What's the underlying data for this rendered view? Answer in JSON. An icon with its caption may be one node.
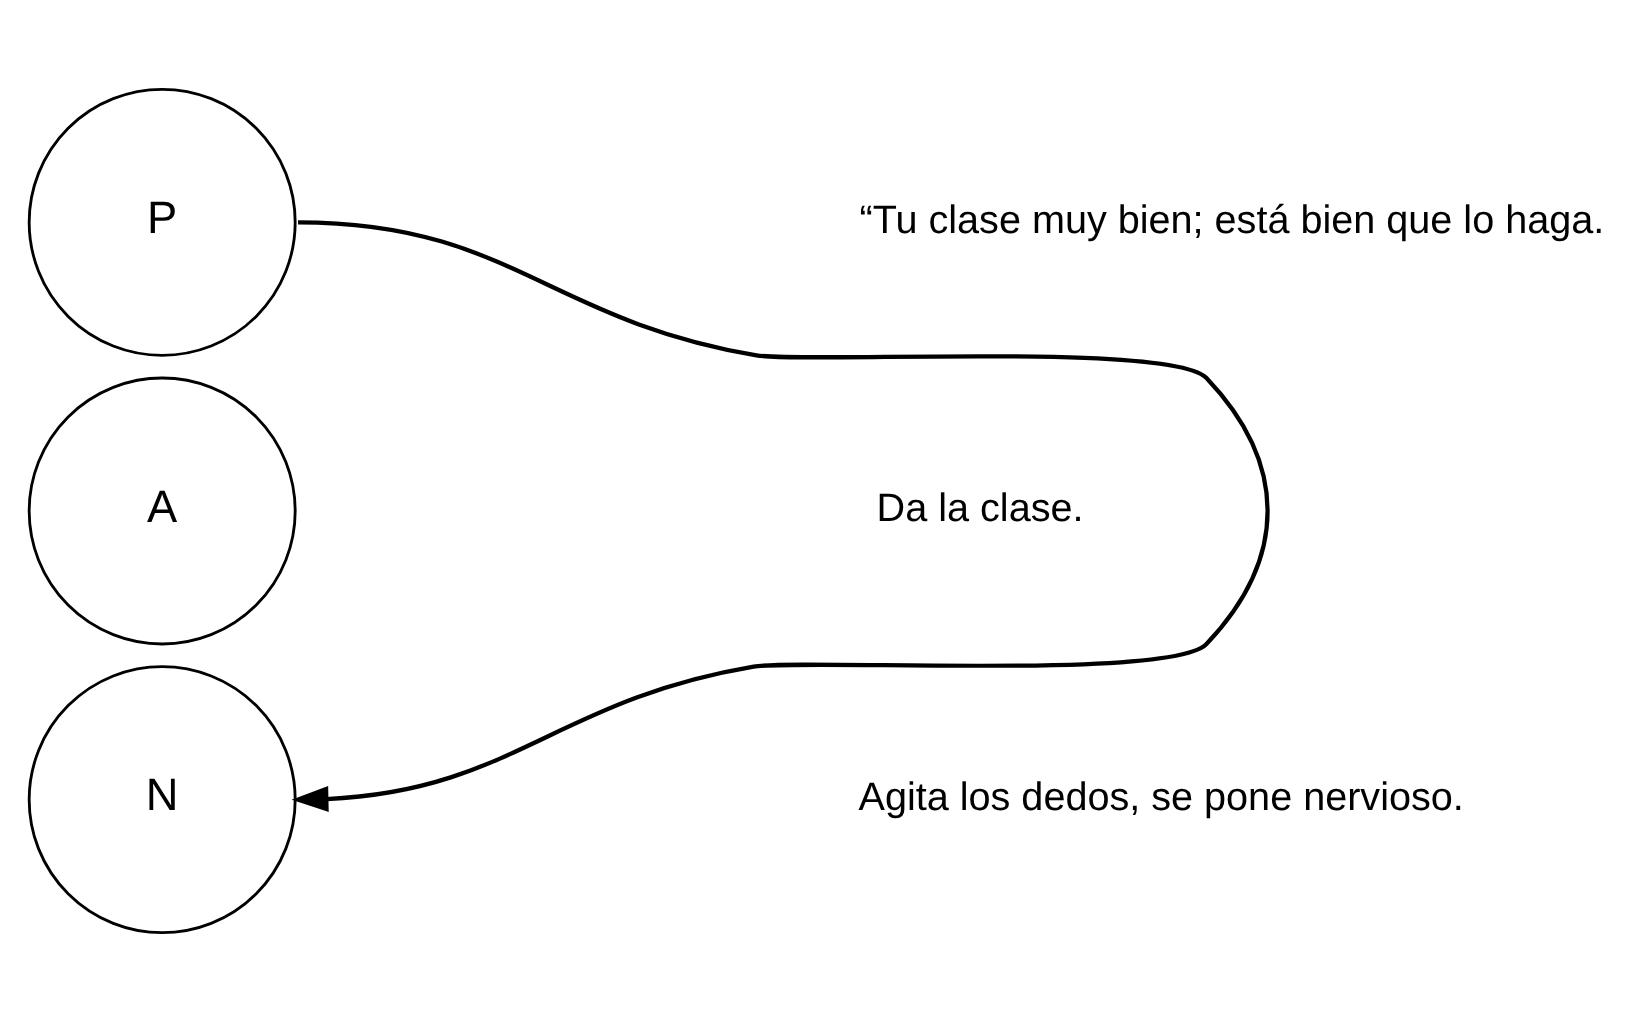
{
  "diagram": {
    "nodes": [
      {
        "text": [
          "P"
        ]
      },
      {
        "text": [
          "A"
        ]
      },
      {
        "text": [
          "N"
        ]
      }
    ],
    "edges": [
      {
        "from": 0,
        "to": 2,
        "arrow": "to"
      }
    ],
    "labels": [
      "“Tu clase muy bien; está bien que lo haga.",
      "Da la clase.",
      "Agita los dedos, se pone nervioso."
    ]
  }
}
